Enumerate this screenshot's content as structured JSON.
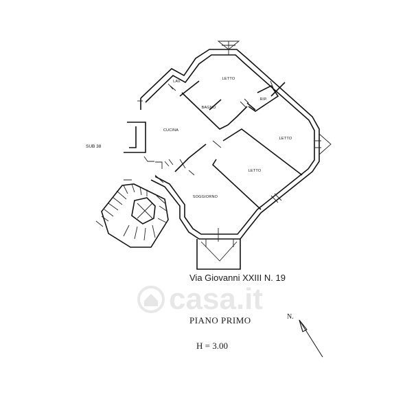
{
  "plan": {
    "rooms": {
      "letto_top": "LETTO",
      "lav": "LAV.",
      "bagno": "BAGNO",
      "rip": "RIP.",
      "cucina": "CUCINA",
      "letto_right": "LETTO",
      "letto_center": "LETTO",
      "soggiorno": "SOGGIORNO"
    },
    "sub_label": "SUB 38"
  },
  "address": "Via Giovanni XXIII N. 19",
  "floor_label": "PIANO  PRIMO",
  "height_label": "H = 3.00",
  "north_label": "N.",
  "watermark": {
    "text": "casa.it",
    "icon": "house-icon"
  }
}
